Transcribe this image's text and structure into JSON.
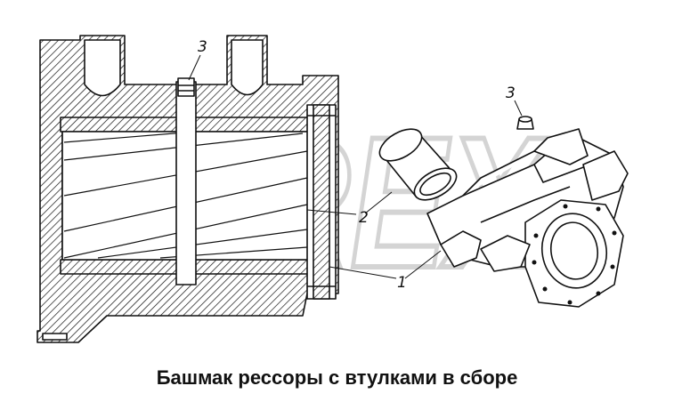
{
  "caption": "Башмак рессоры с втулками в сборе",
  "callouts": {
    "c1": "1",
    "c2": "2",
    "c3_left": "3",
    "c3_right": "3"
  },
  "watermark": "OREX",
  "colors": {
    "line": "#111111",
    "fill": "#ffffff",
    "hatch": "#111111",
    "watermark": "#d4d4d4"
  }
}
